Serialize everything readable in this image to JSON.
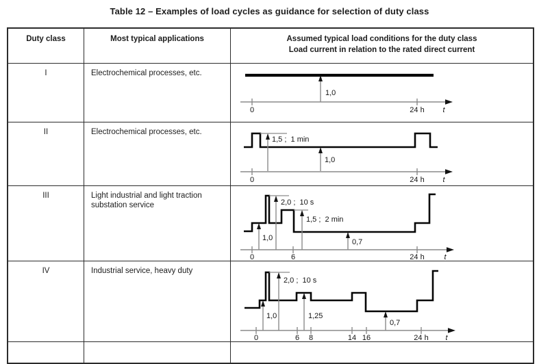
{
  "page": {
    "title": "Table 12 – Examples of load cycles as guidance for selection of duty class"
  },
  "table": {
    "headers": {
      "duty_class": "Duty class",
      "applications": "Most typical applications",
      "load_conditions_line1": "Assumed typical load conditions for the duty class",
      "load_conditions_line2": "Load current in relation to the rated direct current"
    },
    "rows": [
      {
        "duty_class": "I",
        "application": "Electrochemical processes, etc.",
        "diagram": {
          "labels": {
            "base": "1,0"
          },
          "ticks": [
            "0",
            "24 h"
          ],
          "t": "t",
          "segments": [
            {
              "t_start_h": 0,
              "t_end_h": 24,
              "level": 1.0,
              "note": "constant load at rated current"
            }
          ]
        }
      },
      {
        "duty_class": "II",
        "application": "Electrochemical processes, etc.",
        "diagram": {
          "labels": {
            "peak": "1,5 ;  1 min",
            "base": "1,0"
          },
          "ticks": [
            "0",
            "24 h"
          ],
          "t": "t",
          "segments": [
            {
              "t_start_h": 0,
              "level": 1.5,
              "duration": "1 min",
              "note": "short overload pulse"
            },
            {
              "t_start_h": 0,
              "t_end_h": 24,
              "level": 1.0,
              "note": "base load"
            },
            {
              "t_start_h": 24,
              "level": 1.5,
              "duration": "1 min",
              "note": "cycle repeats"
            }
          ]
        }
      },
      {
        "duty_class": "III",
        "application": "Light industrial and light traction substation service",
        "diagram": {
          "labels": {
            "base": "1,0",
            "peak": "2,0 ;  10 s",
            "mid": "1,5 ;  2 min",
            "low": "0,7"
          },
          "ticks": [
            "0",
            "6",
            "24 h"
          ],
          "t": "t",
          "segments": [
            {
              "t_start_h": 0,
              "t_end_h": 2,
              "level": 1.0
            },
            {
              "t_start_h": 2,
              "level": 2.0,
              "duration": "10 s"
            },
            {
              "t_start_h": 2,
              "t_end_h": 4,
              "level": 1.0
            },
            {
              "t_start_h": 4,
              "t_end_h": 6,
              "level": 1.5,
              "duration": "2 min"
            },
            {
              "t_start_h": 6,
              "t_end_h": 24,
              "level": 0.7
            },
            {
              "t_start_h": 24,
              "level": 2.0,
              "note": "cycle repeats"
            }
          ]
        }
      },
      {
        "duty_class": "IV",
        "application": "Industrial service, heavy duty",
        "diagram": {
          "labels": {
            "base": "1,0",
            "peak": "2,0 ;  10 s",
            "mid": "1,25",
            "low": "0,7"
          },
          "ticks": [
            "0",
            "6",
            "8",
            "14",
            "16",
            "24 h"
          ],
          "t": "t",
          "segments": [
            {
              "t_start_h": 0,
              "t_end_h": 2,
              "level": 1.0
            },
            {
              "t_start_h": 2,
              "level": 2.0,
              "duration": "10 s"
            },
            {
              "t_start_h": 2,
              "t_end_h": 6,
              "level": 1.0
            },
            {
              "t_start_h": 6,
              "t_end_h": 8,
              "level": 1.25
            },
            {
              "t_start_h": 8,
              "t_end_h": 14,
              "level": 1.0
            },
            {
              "t_start_h": 14,
              "t_end_h": 16,
              "level": 1.25
            },
            {
              "t_start_h": 16,
              "t_end_h": 23,
              "level": 0.7
            },
            {
              "t_start_h": 23,
              "t_end_h": 24,
              "level": 1.0
            },
            {
              "t_start_h": 24,
              "level": 2.0,
              "note": "cycle repeats"
            }
          ]
        }
      }
    ]
  }
}
